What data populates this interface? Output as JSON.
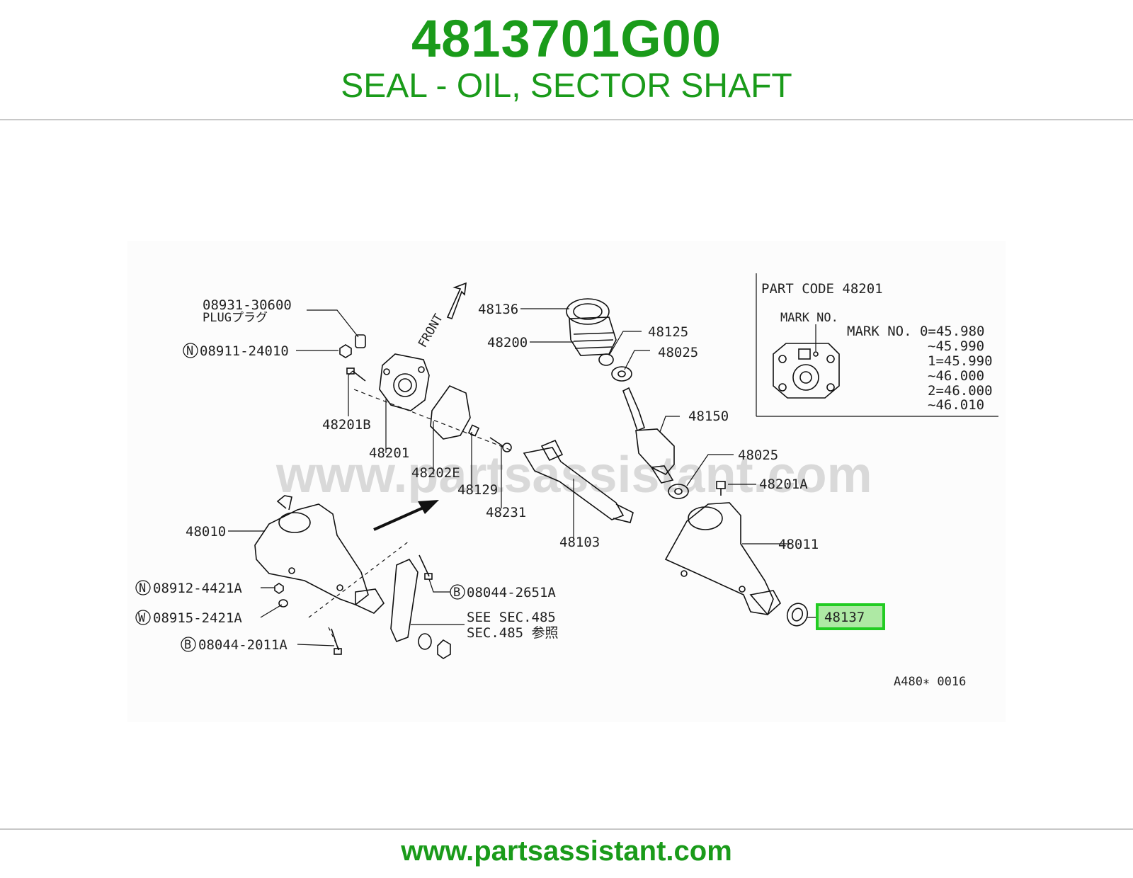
{
  "header": {
    "part_number": "4813701G00",
    "part_name": "SEAL - OIL, SECTOR SHAFT"
  },
  "footer": {
    "url": "www.partsassistant.com"
  },
  "watermark": "www.partsassistant.com",
  "diagram": {
    "code": "A480∗ 0016",
    "front_label": "FRONT",
    "highlighted_part": "48137",
    "highlight_color": "#22cc22",
    "labels": {
      "plug_number": "08931-30600",
      "plug_name": "PLUGプラグ",
      "n1": "08911-24010",
      "b48201b": "48201B",
      "p48201": "48201",
      "p48202e": "48202E",
      "p48129": "48129",
      "p48231": "48231",
      "p48103": "48103",
      "p48136": "48136",
      "p48200": "48200",
      "p48125": "48125",
      "p48025a": "48025",
      "p48150": "48150",
      "p48025b": "48025",
      "p48201a": "48201A",
      "p48011": "48011",
      "p48010": "48010",
      "n2": "08912-4421A",
      "w1": "08915-2421A",
      "b1": "08044-2011A",
      "b2": "08044-2651A",
      "see1": "SEE SEC.485",
      "see2": "SEC.485 参照",
      "n_prefix": "N",
      "w_prefix": "W",
      "b_prefix": "B"
    },
    "inset": {
      "title": "PART CODE 48201",
      "mark_label": "MARK NO.",
      "rows": [
        "MARK NO. 0=45.980",
        "~45.990",
        "1=45.990",
        "~46.000",
        "2=46.000",
        "~46.010"
      ]
    }
  }
}
